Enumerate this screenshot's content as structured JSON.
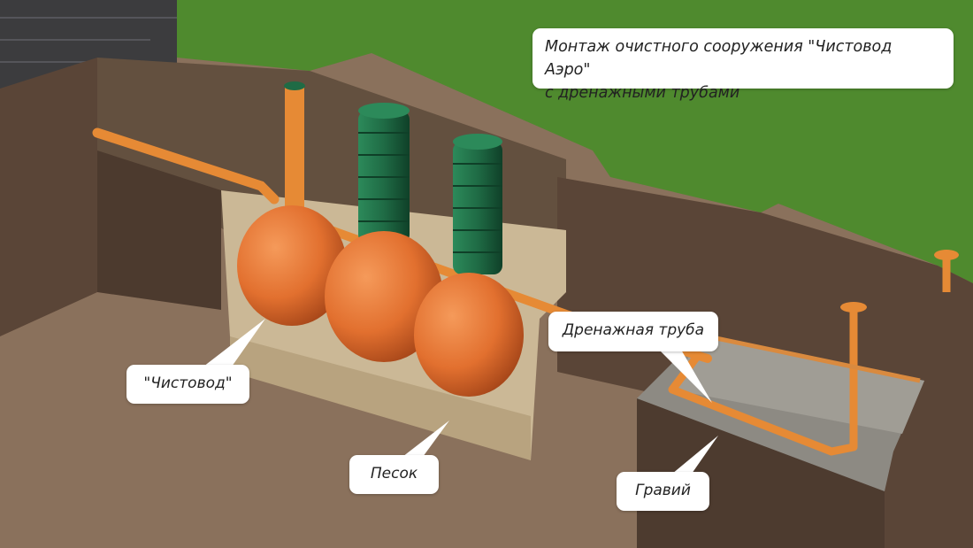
{
  "title": {
    "line1": "Монтаж очистного сооружения \"Чистовод Аэро\"",
    "line2": "с дренажными трубами"
  },
  "labels": {
    "tank": "\"Чистовод\"",
    "sand": "Песок",
    "drain_pipe": "Дренажная труба",
    "gravel": "Гравий"
  },
  "colors": {
    "grass": "#4f8a2e",
    "soil": "#5a4537",
    "floor": "#8a715c",
    "tank": "#e2702f",
    "riser": "#1f6b45",
    "pipe": "#e68a35",
    "sand": "#cbb896",
    "gravel": "#8d8a83"
  }
}
